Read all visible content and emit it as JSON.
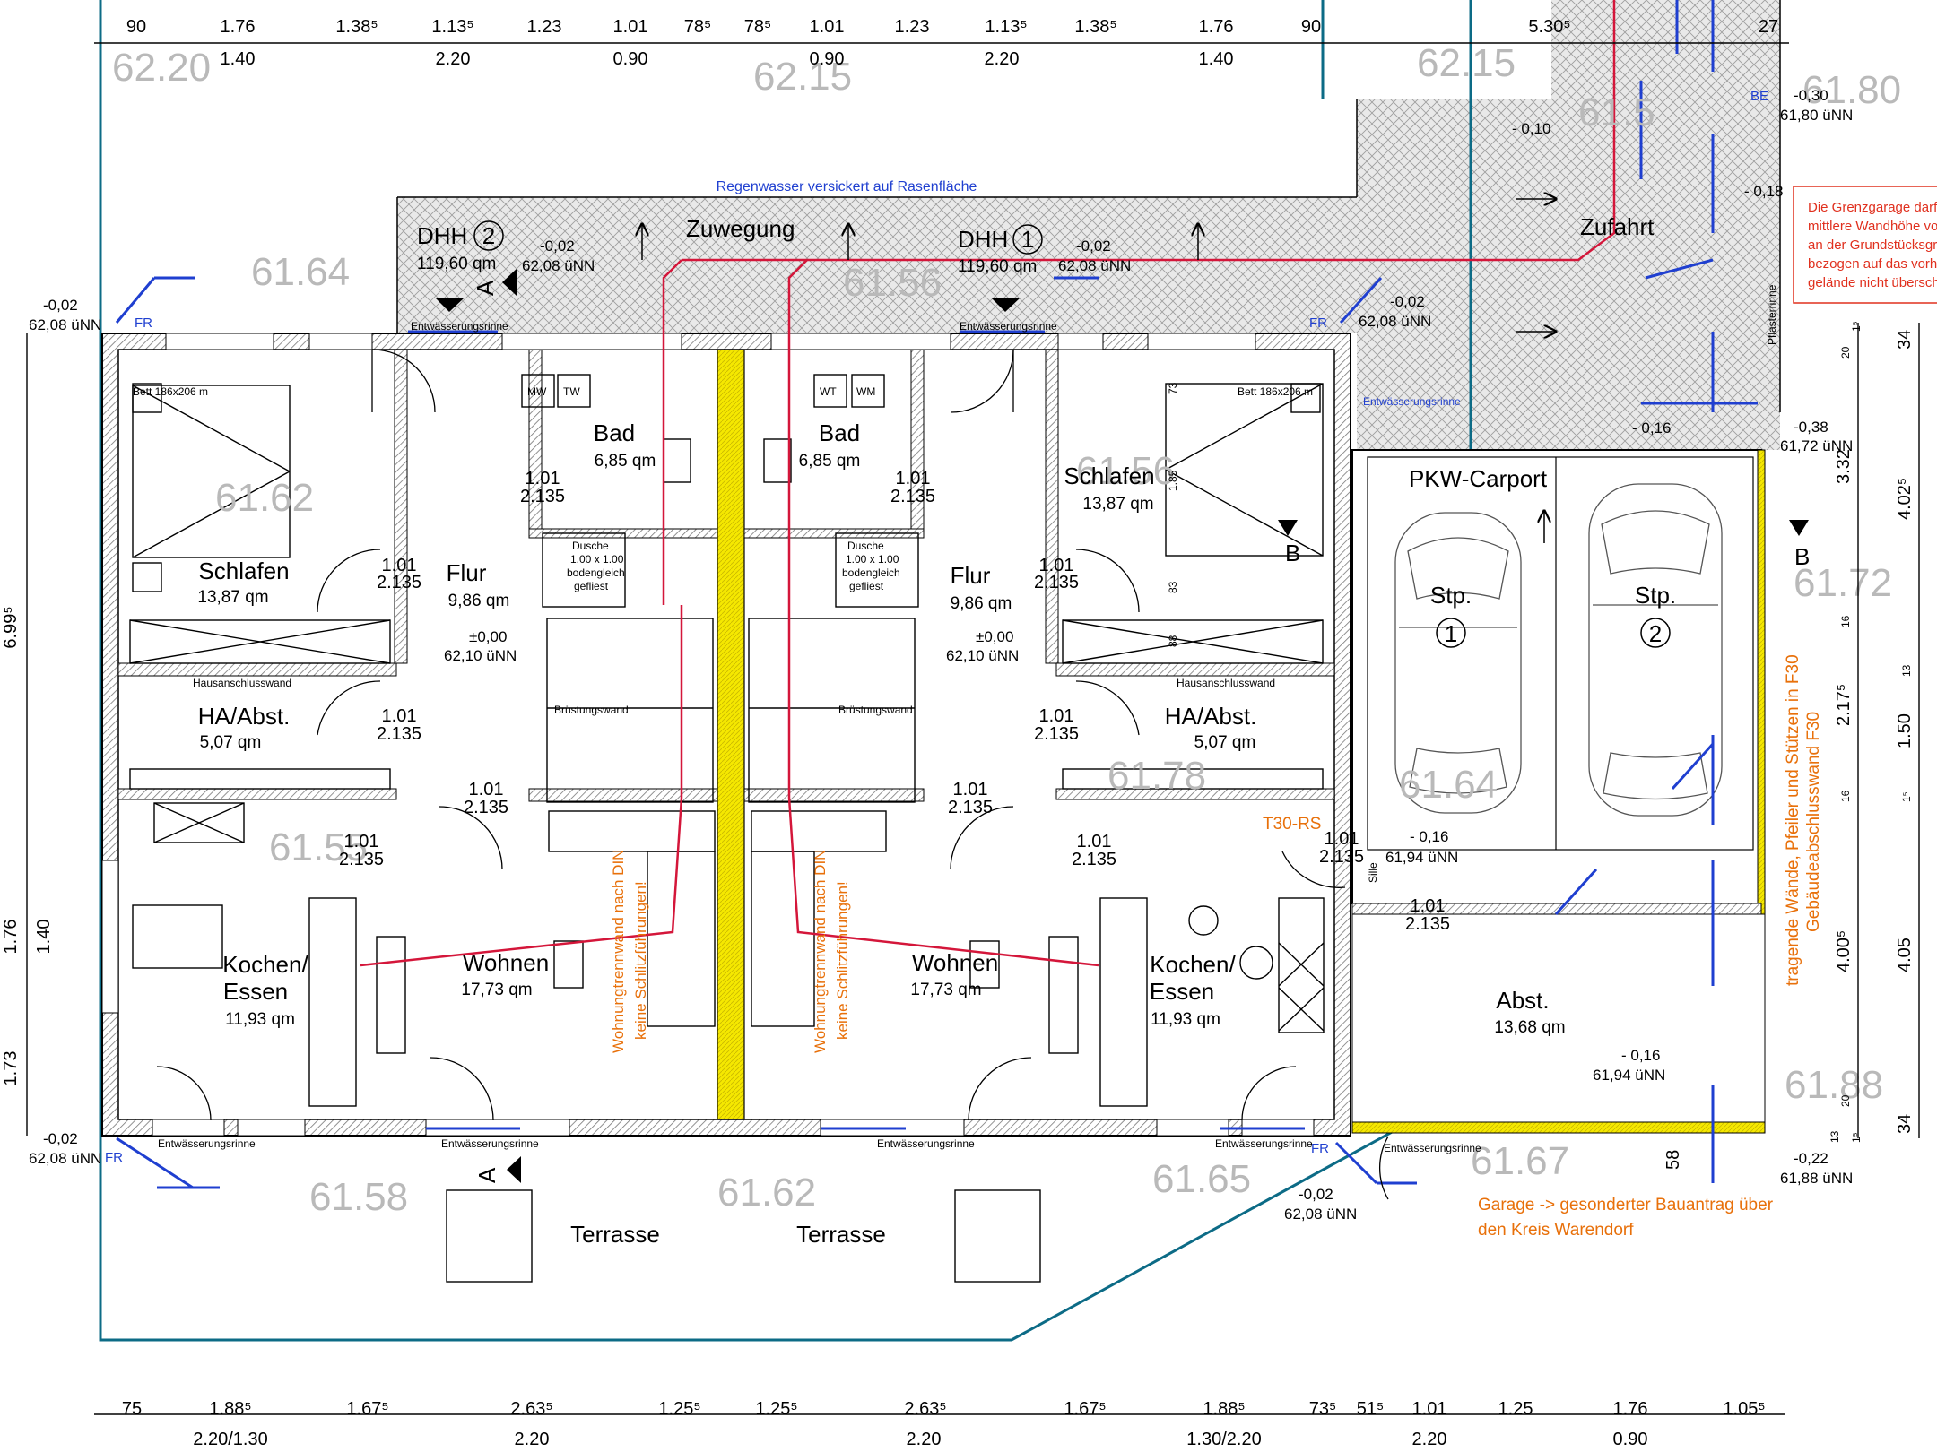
{
  "colors": {
    "wall": "#000000",
    "hatch": "#9a9a9a",
    "teal_boundary": "#0c6b86",
    "drainage_blue": "#1f3fd0",
    "pipe_red": "#d4163a",
    "firewall_yellow": "#f2e200",
    "note_orange": "#e8700a",
    "note_red": "#e0301e",
    "topo_gray": "#b9b9b9"
  },
  "dims_top": {
    "row1": [
      "90",
      "1.76",
      "1.38⁵",
      "1.13⁵",
      "1.23",
      "1.01",
      "78⁵",
      "78⁵",
      "1.01",
      "1.23",
      "1.13⁵",
      "1.38⁵",
      "1.76",
      "90",
      "5.30⁵",
      "27"
    ],
    "row2": [
      "1.40",
      "2.20",
      "0.90",
      "0.90",
      "2.20",
      "1.40"
    ]
  },
  "dims_bottom": {
    "row1": [
      "75",
      "1.88⁵",
      "1.67⁵",
      "2.63⁵",
      "1.25⁵",
      "1.25⁵",
      "2.63⁵",
      "1.67⁵",
      "1.88⁵",
      "73⁵",
      "51⁵",
      "1.01",
      "1.25",
      "1.76",
      "1.05⁵"
    ],
    "row2": [
      "2.20/1.30",
      "2.20",
      "2.20",
      "1.30/2.20",
      "2.20",
      "0.90"
    ]
  },
  "dims_left": [
    "6.99⁵",
    "1.76",
    "1.40",
    "1.73"
  ],
  "dims_right": [
    "20",
    "1⁵",
    "34",
    "3.32",
    "4.02⁵",
    "16",
    "13",
    "2.17⁵",
    "1.50",
    "1⁵",
    "16",
    "4.05",
    "4.00⁵",
    "20",
    "13",
    "1⁵",
    "34"
  ],
  "rooms": [
    {
      "name": "Schlafen",
      "area": "13,87 qm"
    },
    {
      "name": "HA/Abst.",
      "area": "5,07 qm"
    },
    {
      "name": "Flur",
      "area": "9,86 qm"
    },
    {
      "name": "Bad",
      "area": "6,85 qm"
    },
    {
      "name": "Kochen/",
      "name2": "Essen",
      "area": "11,93 qm"
    },
    {
      "name": "Wohnen",
      "area": "17,73 qm"
    },
    {
      "name": "Bad",
      "area": "6,85 qm"
    },
    {
      "name": "Flur",
      "area": "9,86 qm"
    },
    {
      "name": "Schlafen",
      "area": "13,87 qm"
    },
    {
      "name": "HA/Abst.",
      "area": "5,07 qm"
    },
    {
      "name": "Wohnen",
      "area": "17,73 qm"
    },
    {
      "name": "Kochen/",
      "name2": "Essen",
      "area": "11,93 qm"
    },
    {
      "name": "Abst.",
      "area": "13,68 qm"
    }
  ],
  "units": {
    "dhh2": {
      "label": "DHH",
      "num": "2",
      "area": "119,60 qm",
      "elev1": "-0,02",
      "elev2": "62,08 üNN"
    },
    "dhh1": {
      "label": "DHH",
      "num": "1",
      "area": "119,60 qm",
      "elev1": "-0,02",
      "elev2": "62,08 üNN"
    }
  },
  "labels": {
    "zuwegung": "Zuwegung",
    "zufahrt": "Zufahrt",
    "regenwasser": "Regenwasser versickert auf Rasenfläche",
    "carport": "PKW-Carport",
    "stp": "Stp.",
    "stp1": "1",
    "stp2": "2",
    "terrasse": "Terrasse",
    "pflasterrinne": "Pflasterrinne",
    "entw": "Entwässerungsrinne",
    "hausanschluss": "Hausanschlusswand",
    "bruestung": "Brüstungswand",
    "dusche1": "Dusche",
    "dusche2": "1.00 x 1.00",
    "dusche3": "bodengleich",
    "dusche4": "gefliest",
    "bett": "Bett 186x206 m",
    "mw": "MW",
    "tw": "TW",
    "wt": "WT",
    "wm": "WM",
    "fr": "FR",
    "be": "BE",
    "t30": "T30-RS",
    "a": "A",
    "b": "B",
    "sille": "Sille",
    "door": "1.01",
    "doorh": "2.135",
    "trennwand1": "Wohnungtrennwand nach DIN",
    "trennwand2": "keine Schlitzführungen!",
    "firewall1": "tragende Wände, Pfeiler und Stützen in F30",
    "firewall2": "Gebäudeabschlusswand F30",
    "garage1": "Garage -> gesonderter Bauantrag über",
    "garage2": "den Kreis Warendorf",
    "grenz1": "Die Grenzgarage darf",
    "grenz2": "mittlere Wandhöhe vo",
    "grenz3": "an der Grundstücksgr",
    "grenz4": "bezogen auf das vorh.",
    "grenz5": "gelände nicht übersch",
    "dim58": "58",
    "dim73": "73",
    "dim185": "1.85",
    "dim83": "83",
    "dim88": "88"
  },
  "elevations": {
    "floor_l_1": "±0,00",
    "floor_l_2": "62,10 üNN",
    "floor_r_1": "±0,00",
    "floor_r_2": "62,10 üNN",
    "carport_1": "- 0,16",
    "carport_2": "61,94 üNN",
    "abst_1": "- 0,16",
    "abst_2": "61,94 üNN",
    "nw_1": "-0,02",
    "nw_2": "62,08 üNN",
    "sw_1": "-0,02",
    "sw_2": "62,08 üNN",
    "s_1": "-0,02",
    "s_2": "62,08 üNN",
    "ne_1": "-0,30",
    "ne_2": "61,80 üNN",
    "e_1": "-0,38",
    "e_2": "61,72 üNN",
    "se_1": "-0,22",
    "se_2": "61,88 üNN",
    "z1": "- 0,10",
    "z2": "- 0,18",
    "z3": "- 0,16"
  },
  "topo": [
    "62.20",
    "62.15",
    "62.15",
    "61.80",
    "61.64",
    "61.62",
    "61.55",
    "61.56",
    "61.72",
    "61.78",
    "61.58",
    "61.62",
    "61.65",
    "61.67",
    "61.88",
    "61.64",
    "61.56",
    "61.5"
  ]
}
